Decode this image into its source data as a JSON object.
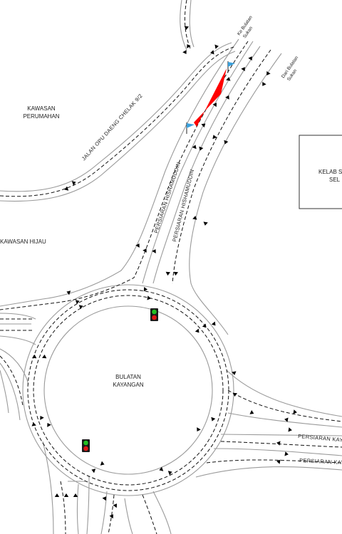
{
  "labels": {
    "kawasan_perumahan_1": "KAWASAN",
    "kawasan_perumahan_2": "PERUMAHAN",
    "kawasan_hijau": "KAWASAN HIJAU",
    "jalan_opu": "JALAN OPU DAENG CHELAK 9/2",
    "ke_bulatan_1": "Ke Bulatan",
    "ke_bulatan_2": "Sukan",
    "dari_bulatan_1": "Dari Bulatan",
    "dari_bulatan_2": "Sukan",
    "kelab_1": "KELAB S",
    "kelab_2": "SEL",
    "hishamuddin_a": "PERSIARAN HISHAMUDDIN",
    "hishamuddin_b": "PERSIARAN HISHAMUDDIN",
    "bulatan_1": "BULATAN",
    "bulatan_2": "KAYANGAN",
    "kayangan_a": "PERSIARAN KAYA",
    "kayangan_b": "PERSIARAN KAYAN"
  },
  "colors": {
    "closure_zone": "#ff0000",
    "flag": "#3aa0dc",
    "light_green": "#22c022",
    "light_red": "#e01818",
    "diversion_arrow": "#1e8a1e"
  },
  "icons": [
    "flag-icon",
    "traffic-light-icon",
    "direction-arrow-icon"
  ]
}
